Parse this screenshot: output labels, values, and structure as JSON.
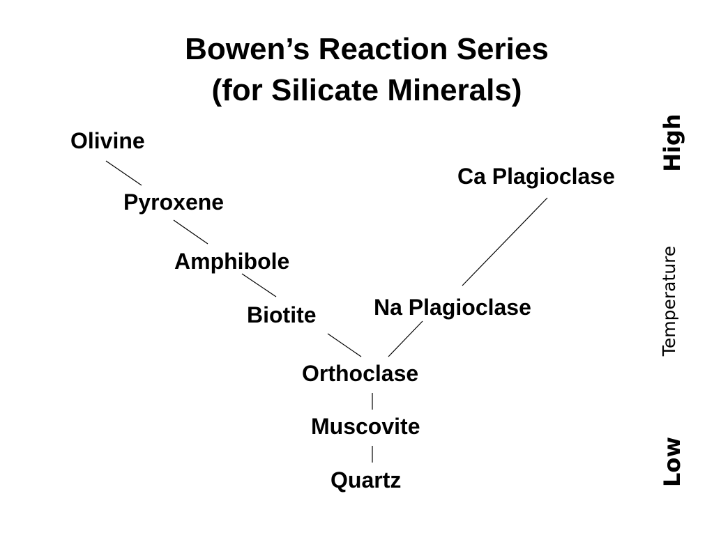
{
  "title": {
    "line1": "Bowen’s Reaction Series",
    "line2": "(for Silicate Minerals)"
  },
  "minerals": {
    "olivine": "Olivine",
    "pyroxene": "Pyroxene",
    "amphibole": "Amphibole",
    "biotite": "Biotite",
    "ca_plagioclase": "Ca Plagioclase",
    "na_plagioclase": "Na Plagioclase",
    "orthoclase": "Orthoclase",
    "muscovite": "Muscovite",
    "quartz": "Quartz"
  },
  "temperature_scale": {
    "high": "High",
    "label": "Temperature",
    "low": "Low"
  }
}
